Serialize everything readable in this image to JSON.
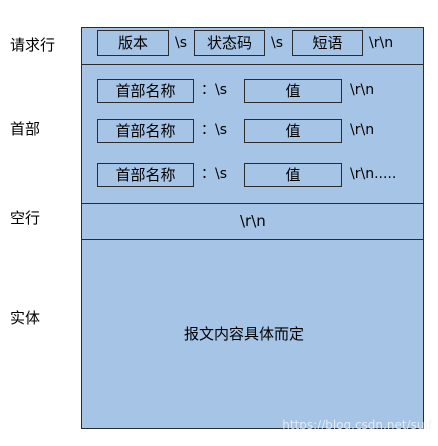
{
  "rows": {
    "request_line": "请求行",
    "headers": "首部",
    "blank_line": "空行",
    "body": "实体"
  },
  "request_line": {
    "version": "版本",
    "status_code": "状态码",
    "phrase": "短语",
    "sep1": "\\s",
    "sep2": "\\s",
    "end": "\\r\\n"
  },
  "header_lines": [
    {
      "name": "首部名称",
      "colon": "：\\s",
      "value": "值",
      "end": "\\r\\n"
    },
    {
      "name": "首部名称",
      "colon": "：\\s",
      "value": "值",
      "end": "\\r\\n"
    },
    {
      "name": "首部名称",
      "colon": "：\\s",
      "value": "值",
      "end": "\\r\\n....."
    }
  ],
  "blank_line": {
    "text": "\\r\\n"
  },
  "body": {
    "text": "报文内容具体而定"
  },
  "watermark": "https://blog.csdn.net/suif"
}
